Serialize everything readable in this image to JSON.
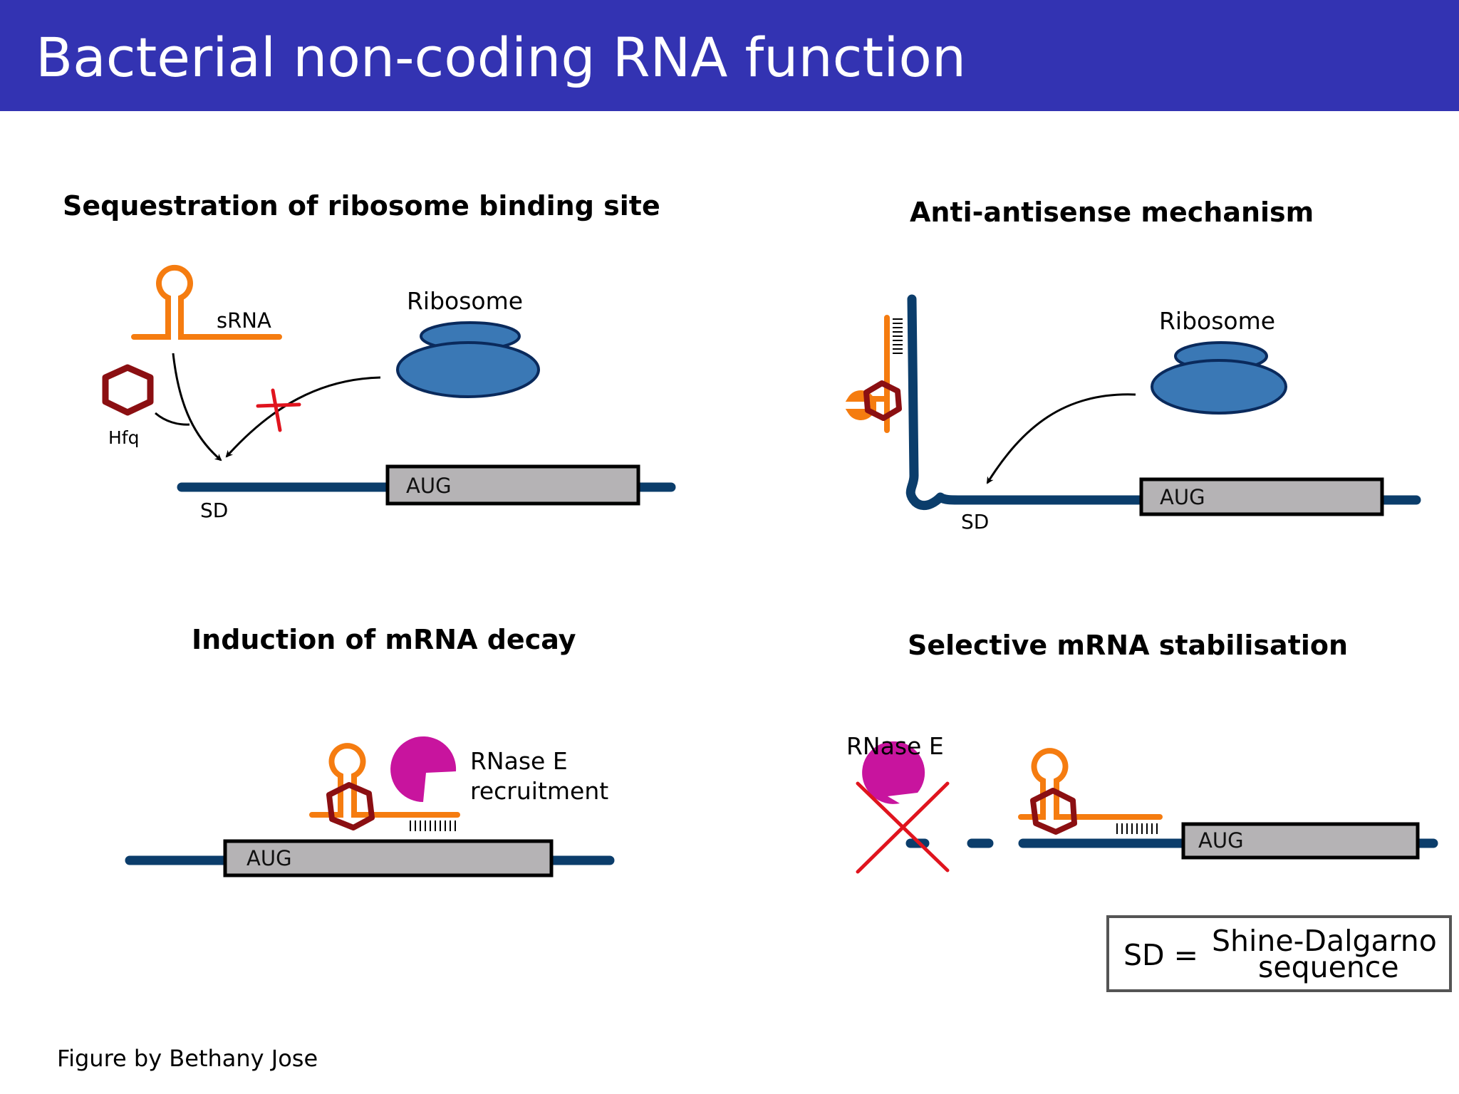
{
  "header": {
    "title": "Bacterial non-coding RNA function"
  },
  "panels": {
    "sequestration": {
      "title": "Sequestration of ribosome binding site",
      "srna_label": "sRNA",
      "hfq_label": "Hfq",
      "ribosome_label": "Ribosome",
      "sd_label": "SD",
      "aug_label": "AUG"
    },
    "anti_antisense": {
      "title": "Anti-antisense mechanism",
      "ribosome_label": "Ribosome",
      "sd_label": "SD",
      "aug_label": "AUG"
    },
    "mrna_decay": {
      "title": "Induction of mRNA decay",
      "rnase_label_line1": "RNase E",
      "rnase_label_line2": "recruitment",
      "aug_label": "AUG"
    },
    "stabilisation": {
      "title": "Selective mRNA stabilisation",
      "rnase_label": "RNase E",
      "aug_label": "AUG"
    }
  },
  "legend": {
    "abbr": "SD =",
    "definition_line1": "Shine-Dalgarno",
    "definition_line2": "sequence"
  },
  "credit": "Figure by Bethany Jose",
  "colors": {
    "header_bg": "#3333b2",
    "mrna": "#0b3d6b",
    "srna": "#f57c10",
    "hfq": "#8b0f12",
    "ribosome": "#3a78b5",
    "ribosome_outline": "#0a2a5c",
    "gene_box": "#b5b3b5",
    "rnase": "#c8149e",
    "block": "#e0141e"
  }
}
